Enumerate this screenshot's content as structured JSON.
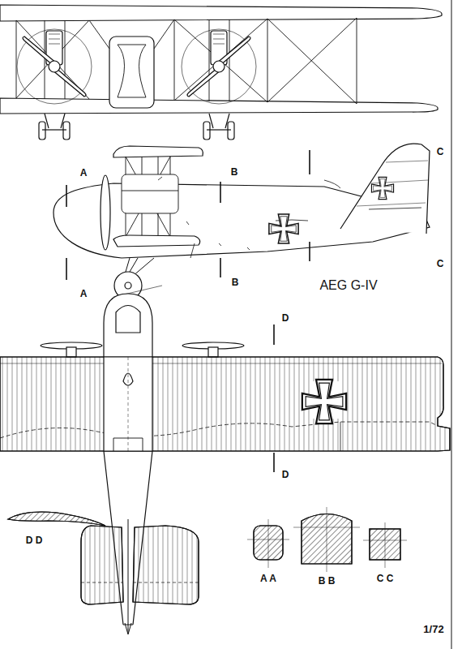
{
  "diagram": {
    "title": "AEG G-IV",
    "labels": [
      "A",
      "B",
      "C",
      "A",
      "B",
      "C",
      "D",
      "D",
      "D D",
      "A A",
      "B B",
      "C C",
      "1/72"
    ]
  }
}
